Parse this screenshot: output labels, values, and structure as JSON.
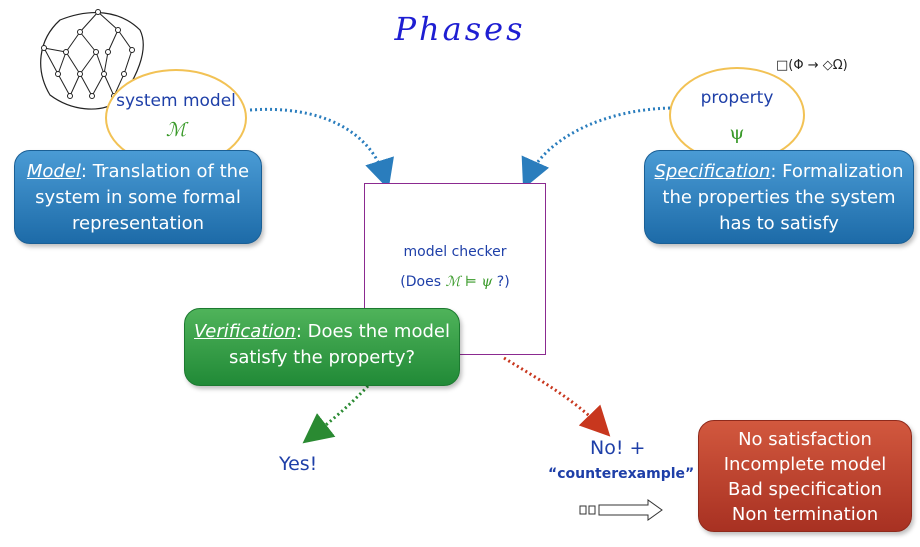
{
  "title": "Phases",
  "formula": "□(Φ → ◇Ω)",
  "system_model": {
    "label": "system model",
    "symbol": "ℳ"
  },
  "property": {
    "label": "property",
    "symbol": "ψ"
  },
  "model_box": {
    "term": "Model",
    "rest": ": Translation of the system in some formal representation"
  },
  "spec_box": {
    "term": "Specification",
    "rest": ": Formalization the properties the system has to satisfy"
  },
  "verif_box": {
    "term": "Verification",
    "rest": ": Does the model satisfy the property?"
  },
  "checker": {
    "label": "model checker",
    "question_prefix": "(Does ",
    "question_symbol": "ℳ ⊨ ψ",
    "question_suffix": " ?)"
  },
  "yes": "Yes!",
  "no": "No! +",
  "counterexample": "“counterexample”",
  "issues": [
    "No satisfaction",
    "Incomplete model",
    "Bad specification",
    "Non termination"
  ],
  "colors": {
    "title": "#1e1ed2",
    "blue_box": "#2a7dbd",
    "green_box": "#2e9a41",
    "red_box": "#b63c28",
    "ellipse": "#f2c255",
    "arrow_blue": "#2a7dbd",
    "arrow_green": "#2a8a32",
    "arrow_red": "#c8371e",
    "checker_border": "#8b2a90"
  }
}
